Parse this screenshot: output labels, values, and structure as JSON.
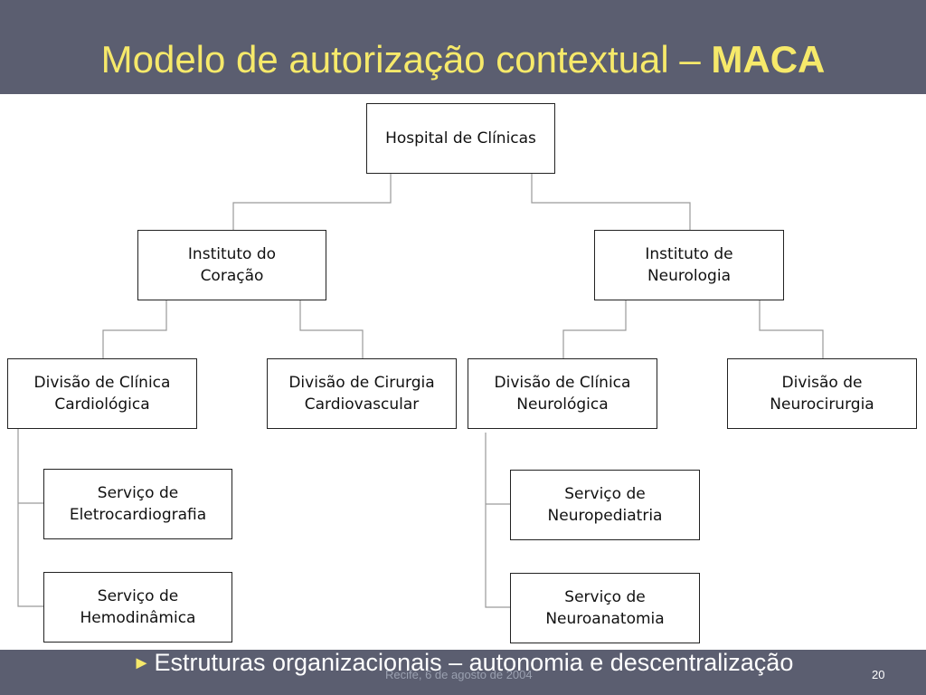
{
  "slide": {
    "title_main": "Modelo de autorização contextual – ",
    "title_bold": "MACA",
    "bullet_marker": "►",
    "bullet": "Estruturas organizacionais – autonomia e descentralização",
    "footer_date": "Recife, 6 de agosto de 2004",
    "page_number": "20"
  },
  "org": {
    "root": "Hospital de Clínicas",
    "instituto_coracao": "Instituto do\nCoração",
    "instituto_neurologia": "Instituto de\nNeurologia",
    "div_clinica_cardiologica": "Divisão de Clínica\nCardiológica",
    "div_cirurgia_cardiovascular": "Divisão de Cirurgia\nCardiovascular",
    "div_clinica_neurologica": "Divisão de Clínica\nNeurológica",
    "div_neurocirurgia": "Divisão de\nNeurocirurgia",
    "serv_eletrocardiografia": "Serviço de\nEletrocardiografia",
    "serv_hemodinamica": "Serviço de\nHemodinâmica",
    "serv_neuropediatria": "Serviço de\nNeuropediatria",
    "serv_neuroanatomia": "Serviço de\nNeuroanatomia"
  },
  "colors": {
    "header_bg": "#5b5e70",
    "title_text": "#f6e96a",
    "connector": "#9a9a9a"
  }
}
